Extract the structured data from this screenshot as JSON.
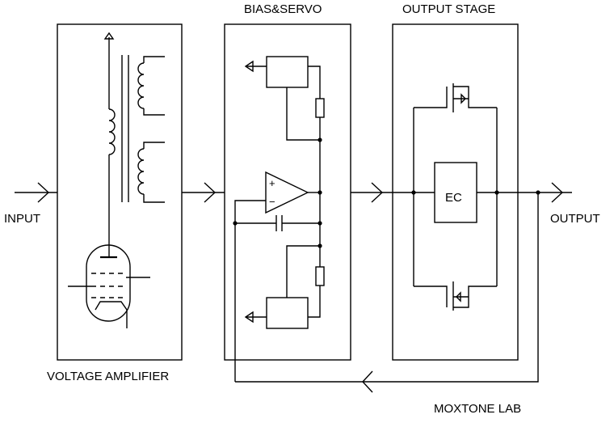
{
  "labels": {
    "input": "INPUT",
    "output": "OUTPUT",
    "voltage_amplifier": "VOLTAGE AMPLIFIER",
    "bias_servo": "BIAS&SERVO",
    "output_stage": "OUTPUT STAGE",
    "ec": "EC",
    "opamp_plus": "+",
    "opamp_minus": "−",
    "credit": "MOXTONE LAB"
  },
  "colors": {
    "line": "#000000",
    "background": "#ffffff"
  }
}
